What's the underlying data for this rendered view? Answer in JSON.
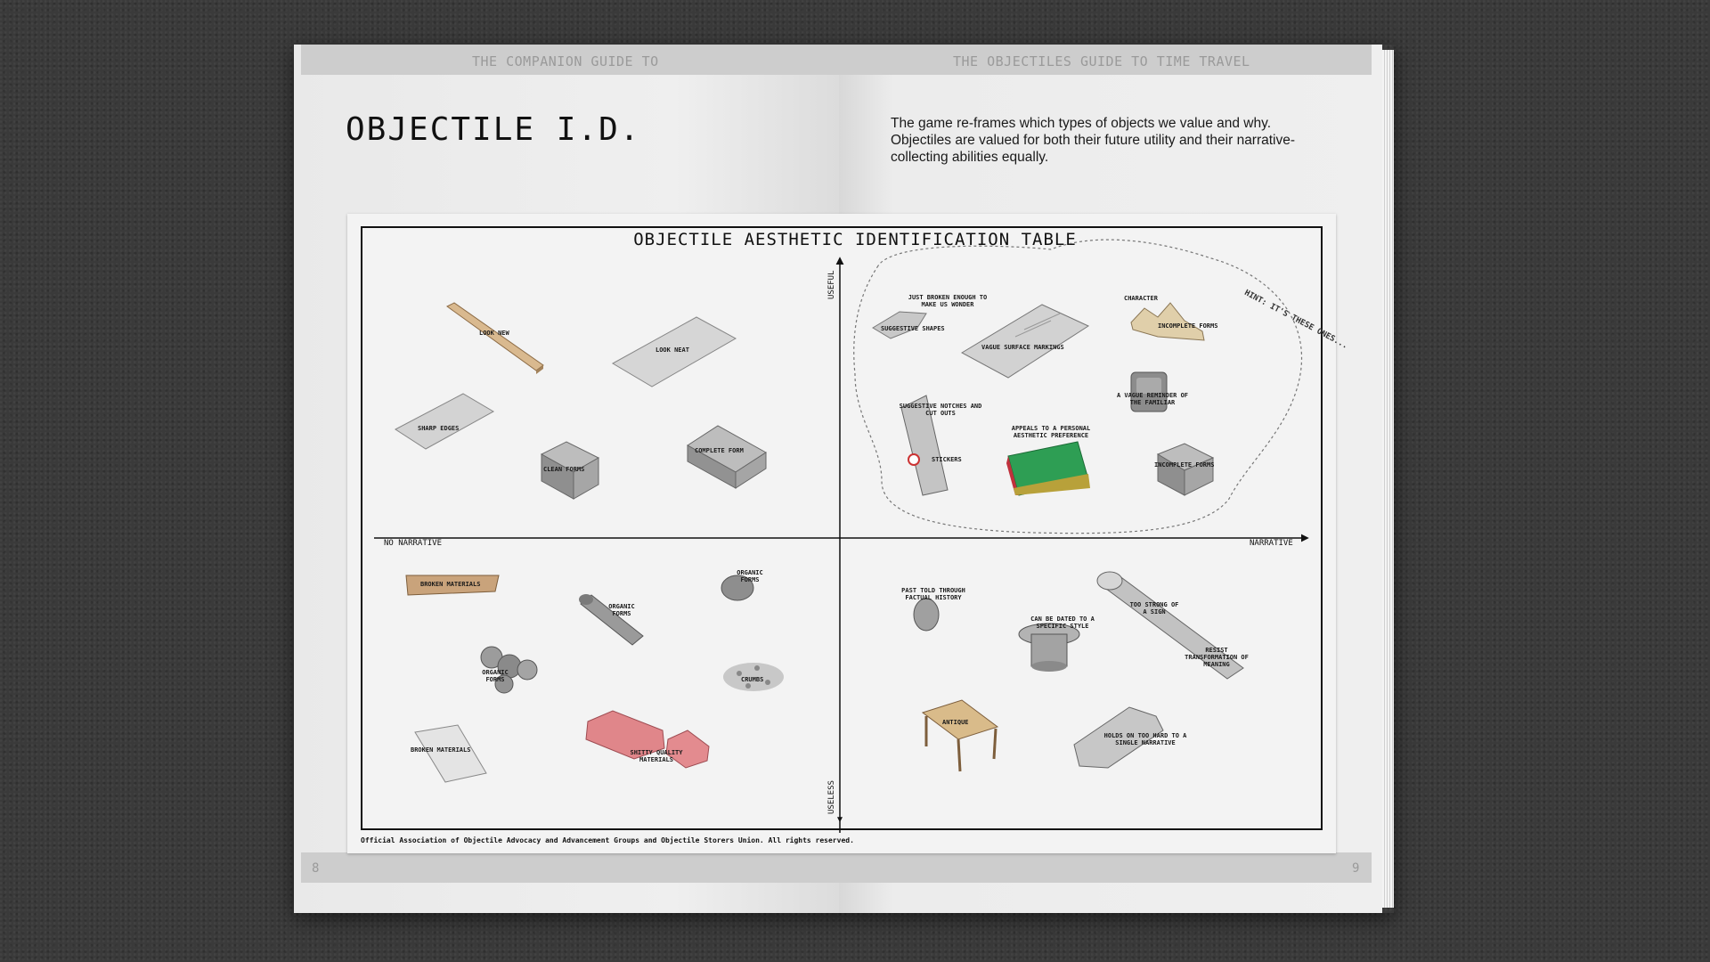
{
  "header": {
    "left_running": "THE COMPANION GUIDE TO",
    "right_running": "THE OBJECTILES GUIDE TO TIME TRAVEL"
  },
  "left_page": {
    "title": "OBJECTILE I.D.",
    "page_number": "8"
  },
  "right_page": {
    "intro": "The game re-frames which types of objects we value and why. Objectiles are valued for both their future utility and their narrative-collecting abilities equally.",
    "page_number": "9"
  },
  "table": {
    "title": "OBJECTILE AESTHETIC IDENTIFICATION TABLE",
    "axis_left": "NO NARRATIVE",
    "axis_right": "NARRATIVE",
    "axis_top": "USEFUL",
    "axis_bottom": "USELESS",
    "hint": "HINT: IT'S THESE ONES...",
    "labels": {
      "look_new": "LOOK NEW",
      "look_neat": "LOOK NEAT",
      "sharp_edges": "SHARP EDGES",
      "clean_forms": "CLEAN FORMS",
      "complete_form": "COMPLETE FORM",
      "just_broken": "JUST BROKEN ENOUGH TO MAKE US WONDER",
      "suggestive_shapes": "SUGGESTIVE SHAPES",
      "vague_surface": "VAGUE SURFACE MARKINGS",
      "character": "CHARACTER",
      "incomplete_forms_1": "INCOMPLETE FORMS",
      "vague_reminder": "A VAGUE REMINDER OF THE FAMILIAR",
      "notches": "SUGGESTIVE NOTCHES AND CUT OUTS",
      "stickers": "STICKERS",
      "appeals": "APPEALS TO A PERSONAL AESTHETIC PREFERENCE",
      "incomplete_forms_2": "INCOMPLETE FORMS",
      "broken_materials_1": "BROKEN MATERIALS",
      "organic_forms_1": "ORGANIC FORMS",
      "organic_forms_2": "ORGANIC FORMS",
      "organic_forms_3": "ORGANIC FORMS",
      "crumbs": "CRUMBS",
      "broken_materials_2": "BROKEN MATERIALS",
      "shitty_quality": "SHITTY QUALITY MATERIALS",
      "past_told": "PAST TOLD THROUGH FACTUAL HISTORY",
      "can_be_dated": "CAN BE DATED TO A SPECIFIC STYLE",
      "too_strong": "TOO STRONG OF A SIGN",
      "resist": "RESIST TRANSFORMATION OF MEANING",
      "antique": "ANTIQUE",
      "holds_on": "HOLDS ON TOO HARD TO A SINGLE NARRATIVE"
    },
    "footer": "Official Association of Objectile Advocacy and Advancement Groups and Objectile Storers Union. All rights reserved."
  }
}
